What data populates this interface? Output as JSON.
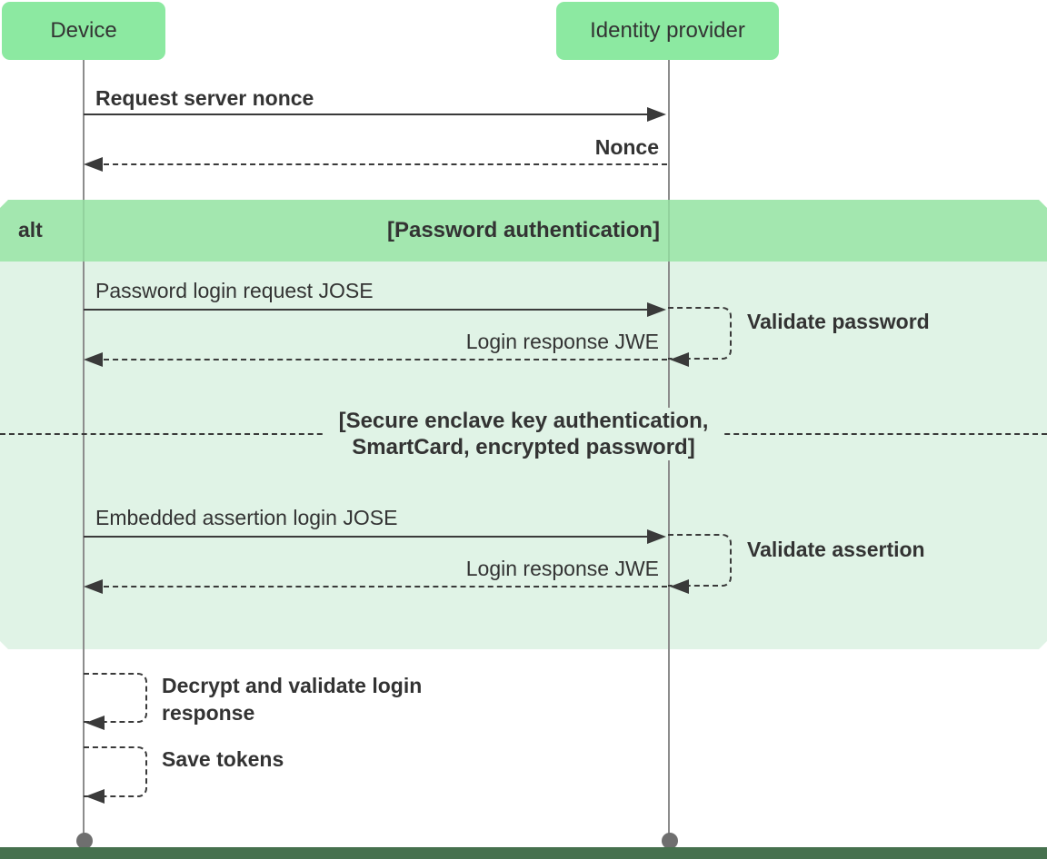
{
  "diagram_type": "sequence-diagram",
  "colors": {
    "actor_fill": "#8CE9A1",
    "alt_header_fill": "#A9E9B4",
    "alt_body_fill": "#E0F3E6",
    "bottom_band_fill": "#46714E",
    "line_color": "#3A3A3A",
    "lifeline_color": "#8C8C8C",
    "text_color": "#333333"
  },
  "actors": [
    {
      "id": "device",
      "label": "Device"
    },
    {
      "id": "identity-provider",
      "label": "Identity provider"
    }
  ],
  "top_messages": [
    {
      "label": "Request server nonce",
      "from": "device",
      "to": "identity-provider",
      "style": "solid"
    },
    {
      "label": "Nonce",
      "from": "identity-provider",
      "to": "device",
      "style": "dashed"
    }
  ],
  "alt_block": {
    "keyword": "alt",
    "sections": [
      {
        "title": "[Password authentication]",
        "messages": [
          {
            "label": "Password login request JOSE",
            "from": "device",
            "to": "identity-provider",
            "style": "solid"
          },
          {
            "label": "Login response JWE",
            "from": "identity-provider",
            "to": "device",
            "style": "dashed"
          }
        ],
        "self_message": {
          "actor": "identity-provider",
          "label": "Validate password"
        }
      },
      {
        "title_line1": "[Secure enclave key authentication,",
        "title_line2": "SmartCard, encrypted password]",
        "messages": [
          {
            "label": "Embedded assertion login JOSE",
            "from": "device",
            "to": "identity-provider",
            "style": "solid"
          },
          {
            "label": "Login response JWE",
            "from": "identity-provider",
            "to": "device",
            "style": "dashed"
          }
        ],
        "self_message": {
          "actor": "identity-provider",
          "label": "Validate assertion"
        }
      }
    ]
  },
  "footer_self_messages": [
    {
      "actor": "device",
      "label_line1": "Decrypt and validate login",
      "label_line2": "response"
    },
    {
      "actor": "device",
      "label": "Save tokens"
    }
  ]
}
